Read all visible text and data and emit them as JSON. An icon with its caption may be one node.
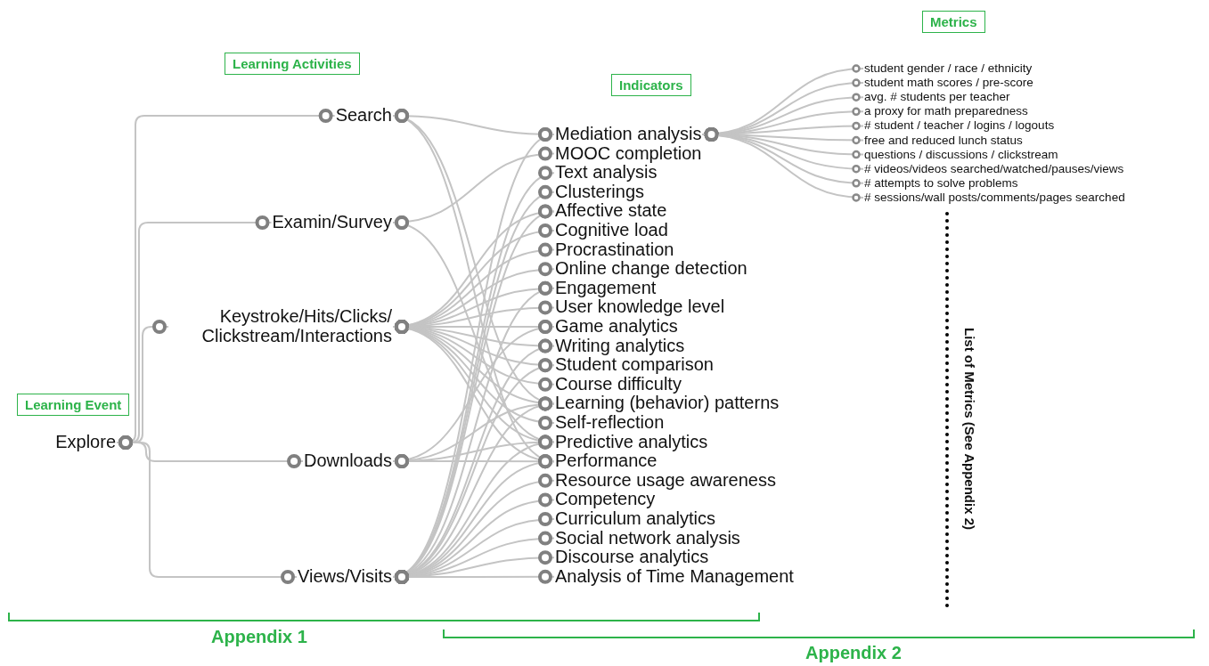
{
  "diagram": {
    "nodes": [
      {
        "text": [
          "Explore"
        ]
      },
      {
        "text": [
          "Search"
        ]
      },
      {
        "text": [
          "Examin/Survey"
        ]
      },
      {
        "text": [
          "Keystroke/Hits/Clicks/ Clickstream/Interactions"
        ]
      },
      {
        "text": [
          "Downloads"
        ]
      },
      {
        "text": [
          "Views/Visits"
        ]
      },
      {
        "text": [
          "Mediation analysis"
        ]
      },
      {
        "text": [
          "MOOC completion"
        ]
      },
      {
        "text": [
          "Text analysis"
        ]
      },
      {
        "text": [
          "Clusterings"
        ]
      },
      {
        "text": [
          "Affective state"
        ]
      },
      {
        "text": [
          "Cognitive load"
        ]
      },
      {
        "text": [
          "Procrastination"
        ]
      },
      {
        "text": [
          "Online change detection"
        ]
      },
      {
        "text": [
          "Engagement"
        ]
      },
      {
        "text": [
          "User knowledge level"
        ]
      },
      {
        "text": [
          "Game analytics"
        ]
      },
      {
        "text": [
          "Writing analytics"
        ]
      },
      {
        "text": [
          "Student comparison"
        ]
      },
      {
        "text": [
          "Course difficulty"
        ]
      },
      {
        "text": [
          "Learning (behavior) patterns"
        ]
      },
      {
        "text": [
          "Self-reflection"
        ]
      },
      {
        "text": [
          "Predictive analytics"
        ]
      },
      {
        "text": [
          "Performance"
        ]
      },
      {
        "text": [
          "Resource usage awareness"
        ]
      },
      {
        "text": [
          "Competency"
        ]
      },
      {
        "text": [
          "Curriculum analytics"
        ]
      },
      {
        "text": [
          "Social network analysis"
        ]
      },
      {
        "text": [
          "Discourse analytics"
        ]
      },
      {
        "text": [
          "Analysis of Time Management"
        ]
      },
      {
        "text": [
          "student gender / race / ethnicity"
        ]
      },
      {
        "text": [
          "student math scores / pre-score"
        ]
      },
      {
        "text": [
          "avg. # students per teacher"
        ]
      },
      {
        "text": [
          "a proxy for math preparedness"
        ]
      },
      {
        "text": [
          "# student / teacher / logins / logouts"
        ]
      },
      {
        "text": [
          "free and reduced lunch status"
        ]
      },
      {
        "text": [
          "questions / discussions / clickstream"
        ]
      },
      {
        "text": [
          "# videos/videos searched/watched/pauses/views"
        ]
      },
      {
        "text": [
          "# attempts to solve problems"
        ]
      },
      {
        "text": [
          "# sessions/wall posts/comments/pages searched"
        ]
      }
    ],
    "edges": [
      {
        "from": 0,
        "to": 1,
        "arrow": "other"
      },
      {
        "from": 0,
        "to": 2,
        "arrow": "other"
      },
      {
        "from": 0,
        "to": 3,
        "arrow": "other"
      },
      {
        "from": 0,
        "to": 4,
        "arrow": "other"
      },
      {
        "from": 0,
        "to": 5,
        "arrow": "other"
      },
      {
        "from": 1,
        "to": 6,
        "arrow": "other"
      },
      {
        "from": 1,
        "to": 20,
        "arrow": "other"
      },
      {
        "from": 1,
        "to": 23,
        "arrow": "other"
      },
      {
        "from": 2,
        "to": 7,
        "arrow": "other"
      },
      {
        "from": 2,
        "to": 22,
        "arrow": "other"
      },
      {
        "from": 3,
        "to": 10,
        "arrow": "other"
      },
      {
        "from": 3,
        "to": 11,
        "arrow": "other"
      },
      {
        "from": 3,
        "to": 12,
        "arrow": "other"
      },
      {
        "from": 3,
        "to": 13,
        "arrow": "other"
      },
      {
        "from": 3,
        "to": 14,
        "arrow": "other"
      },
      {
        "from": 3,
        "to": 15,
        "arrow": "other"
      },
      {
        "from": 3,
        "to": 16,
        "arrow": "other"
      },
      {
        "from": 3,
        "to": 17,
        "arrow": "other"
      },
      {
        "from": 3,
        "to": 18,
        "arrow": "other"
      },
      {
        "from": 3,
        "to": 19,
        "arrow": "other"
      },
      {
        "from": 3,
        "to": 20,
        "arrow": "other"
      },
      {
        "from": 3,
        "to": 21,
        "arrow": "other"
      },
      {
        "from": 3,
        "to": 22,
        "arrow": "other"
      },
      {
        "from": 3,
        "to": 23,
        "arrow": "other"
      },
      {
        "from": 4,
        "to": 16,
        "arrow": "other"
      },
      {
        "from": 4,
        "to": 20,
        "arrow": "other"
      },
      {
        "from": 4,
        "to": 22,
        "arrow": "other"
      },
      {
        "from": 4,
        "to": 23,
        "arrow": "other"
      },
      {
        "from": 5,
        "to": 6,
        "arrow": "other"
      },
      {
        "from": 5,
        "to": 8,
        "arrow": "other"
      },
      {
        "from": 5,
        "to": 9,
        "arrow": "other"
      },
      {
        "from": 5,
        "to": 10,
        "arrow": "other"
      },
      {
        "from": 5,
        "to": 14,
        "arrow": "other"
      },
      {
        "from": 5,
        "to": 17,
        "arrow": "other"
      },
      {
        "from": 5,
        "to": 18,
        "arrow": "other"
      },
      {
        "from": 5,
        "to": 20,
        "arrow": "other"
      },
      {
        "from": 5,
        "to": 22,
        "arrow": "other"
      },
      {
        "from": 5,
        "to": 23,
        "arrow": "other"
      },
      {
        "from": 5,
        "to": 24,
        "arrow": "other"
      },
      {
        "from": 5,
        "to": 25,
        "arrow": "other"
      },
      {
        "from": 5,
        "to": 26,
        "arrow": "other"
      },
      {
        "from": 5,
        "to": 27,
        "arrow": "other"
      },
      {
        "from": 5,
        "to": 28,
        "arrow": "other"
      },
      {
        "from": 5,
        "to": 29,
        "arrow": "other"
      },
      {
        "from": 6,
        "to": 30,
        "arrow": "other"
      },
      {
        "from": 6,
        "to": 31,
        "arrow": "other"
      },
      {
        "from": 6,
        "to": 32,
        "arrow": "other"
      },
      {
        "from": 6,
        "to": 33,
        "arrow": "other"
      },
      {
        "from": 6,
        "to": 34,
        "arrow": "other"
      },
      {
        "from": 6,
        "to": 35,
        "arrow": "other"
      },
      {
        "from": 6,
        "to": 36,
        "arrow": "other"
      },
      {
        "from": 6,
        "to": 37,
        "arrow": "other"
      },
      {
        "from": 6,
        "to": 38,
        "arrow": "other"
      },
      {
        "from": 6,
        "to": 39,
        "arrow": "other"
      }
    ],
    "labels": [
      "Metrics",
      "Learning Activities",
      "Indicators",
      "Learning Event",
      "List of Metrics (See Appendix 2)",
      "Appendix 1",
      "Appendix 2"
    ]
  }
}
